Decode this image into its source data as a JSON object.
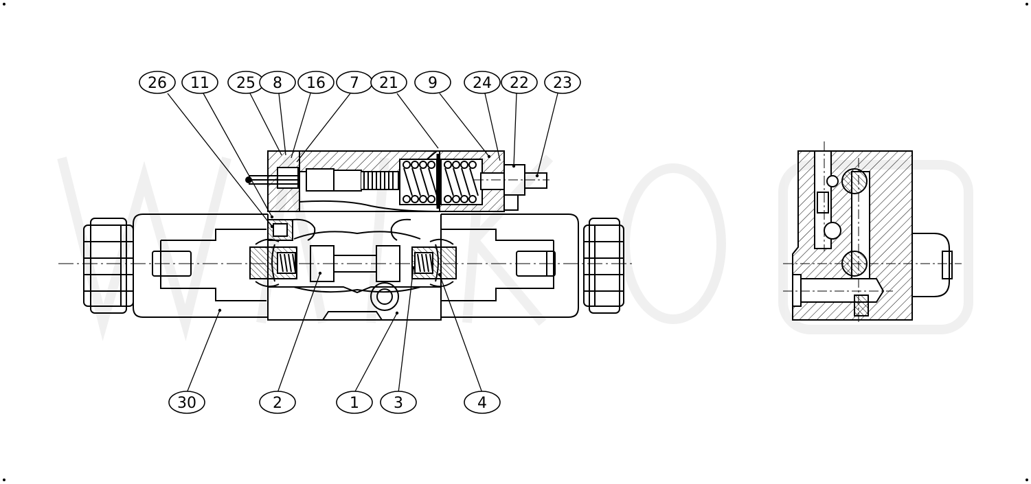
{
  "balloons_top": [
    {
      "id": "b26",
      "label": "26"
    },
    {
      "id": "b11",
      "label": "11"
    },
    {
      "id": "b25",
      "label": "25"
    },
    {
      "id": "b8",
      "label": "8"
    },
    {
      "id": "b16",
      "label": "16"
    },
    {
      "id": "b7",
      "label": "7"
    },
    {
      "id": "b21",
      "label": "21"
    },
    {
      "id": "b9",
      "label": "9"
    },
    {
      "id": "b24",
      "label": "24"
    },
    {
      "id": "b22",
      "label": "22"
    },
    {
      "id": "b23",
      "label": "23"
    }
  ],
  "balloons_bottom": [
    {
      "id": "b30",
      "label": "30"
    },
    {
      "id": "b2",
      "label": "2"
    },
    {
      "id": "b1",
      "label": "1"
    },
    {
      "id": "b3",
      "label": "3"
    },
    {
      "id": "b4",
      "label": "4"
    }
  ],
  "colors": {
    "ink": "#000000",
    "paper": "#ffffff",
    "watermark": "#ececec"
  }
}
